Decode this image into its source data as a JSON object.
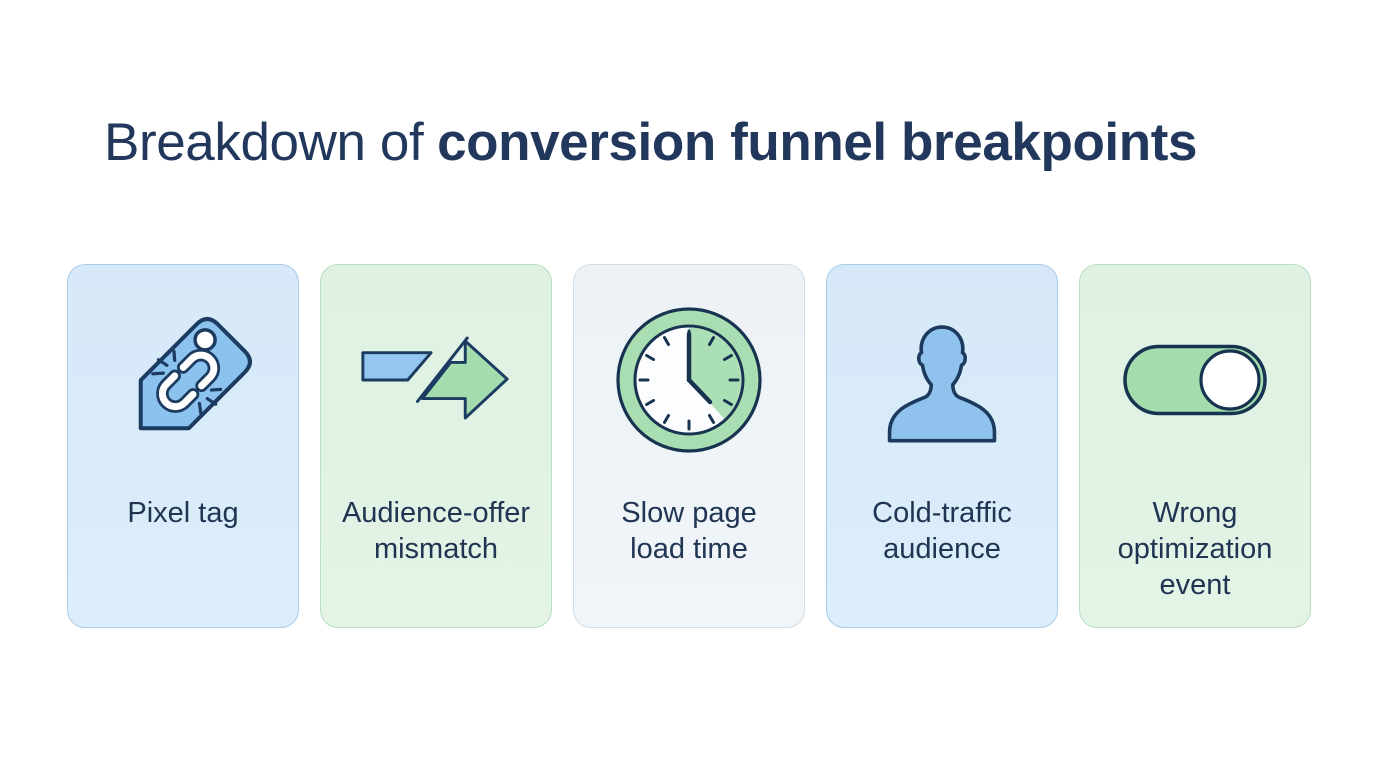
{
  "title": {
    "regular": "Breakdown of",
    "emphasis": "conversion funnel breakpoints"
  },
  "cards": [
    {
      "label": "Pixel tag",
      "lines": [
        "Pixel tag"
      ],
      "icon": "broken-link-tag-icon",
      "theme": "blue"
    },
    {
      "label": "Audience-offer mismatch",
      "lines": [
        "Audience-offer",
        "mismatch"
      ],
      "icon": "mismatch-arrow-icon",
      "theme": "green"
    },
    {
      "label": "Slow page load time",
      "lines": [
        "Slow page",
        "load time"
      ],
      "icon": "clock-icon",
      "theme": "neutral"
    },
    {
      "label": "Cold-traffic audience",
      "lines": [
        "Cold-traffic",
        "audience"
      ],
      "icon": "person-silhouette-icon",
      "theme": "blue"
    },
    {
      "label": "Wrong optimization event",
      "lines": [
        "Wrong",
        "optimization",
        "event"
      ],
      "icon": "toggle-switch-icon",
      "theme": "green"
    }
  ],
  "palette": {
    "page_bg": "#ffffff",
    "title_text": "#22375c",
    "label_text": "#203552",
    "card_blue_bg": "#d9eaf9",
    "card_blue_border": "#abcde8",
    "card_green_bg": "#def1e2",
    "card_green_border": "#b9dfc2",
    "card_neutral_bg": "#edf2f7",
    "card_neutral_border": "#d2dde7",
    "icon_blue_fill": "#8fc3ee",
    "icon_green_fill": "#a5dcae",
    "icon_outline_navy": "#1b3a5e",
    "icon_white": "#ffffff"
  }
}
